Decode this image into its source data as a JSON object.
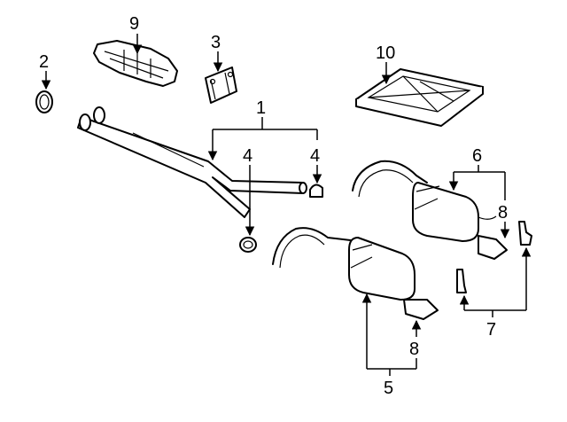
{
  "callouts": {
    "c1": "1",
    "c2": "2",
    "c3": "3",
    "c4a": "4",
    "c4b": "4",
    "c5": "5",
    "c6": "6",
    "c7": "7",
    "c8a": "8",
    "c8b": "8",
    "c9": "9",
    "c10": "10"
  }
}
